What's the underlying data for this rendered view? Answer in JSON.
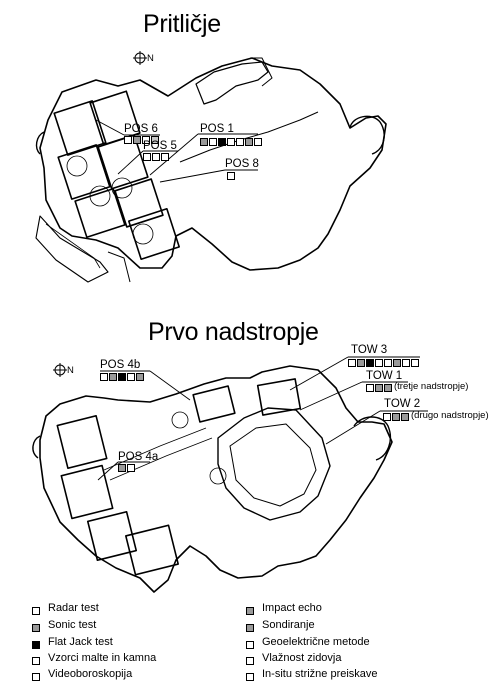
{
  "titles": {
    "ground": "Pritličje",
    "first": "Prvo nadstropje"
  },
  "north": "N",
  "markers": {
    "pos1": "POS 1",
    "pos5": "POS 5",
    "pos6": "POS 6",
    "pos8": "POS 8",
    "pos4a": "POS 4a",
    "pos4b": "POS 4b",
    "tow1": "TOW 1",
    "tow2": "TOW 2",
    "tow3": "TOW 3",
    "tow1_note": "(tretje nadstropje)",
    "tow2_note": "(drugo nadstropje)"
  },
  "legend": {
    "radar": "Radar test",
    "sonic": "Sonic test",
    "flatjack": "Flat Jack test",
    "vzorci": "Vzorci malte in kamna",
    "video": "Videoboroskopija",
    "impact": "Impact echo",
    "sond": "Sondiranje",
    "geo": "Geoelektrične metode",
    "vlaz": "Vlažnost zidovja",
    "insitu": "In-situ strižne preiskave"
  }
}
